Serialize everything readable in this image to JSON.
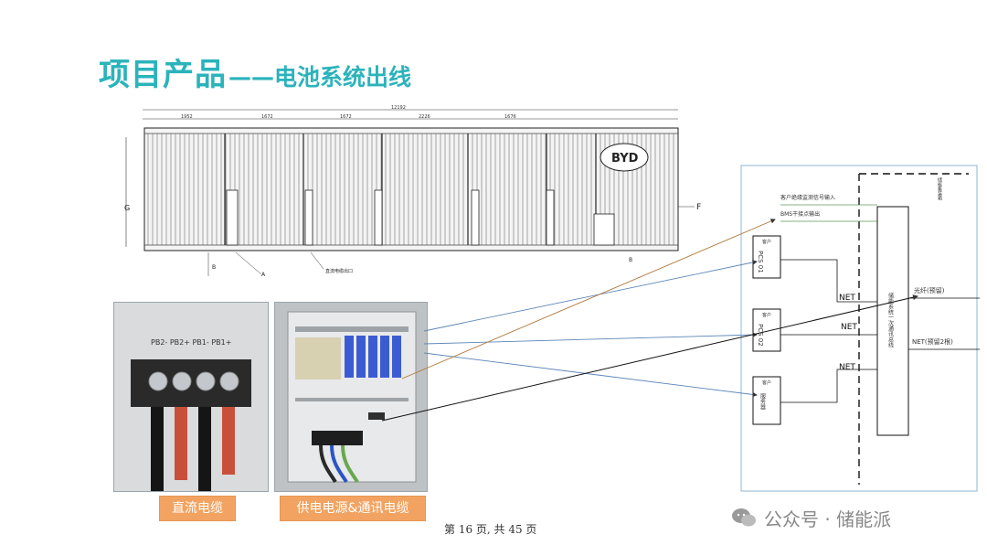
{
  "title": {
    "main": "项目产品",
    "sub": "——电池系统出线"
  },
  "drawing": {
    "total_dim": "12192",
    "segments": [
      "1952",
      "1672",
      "1672",
      "2226",
      "1676"
    ],
    "left_labels": [
      "G"
    ],
    "right_label": "F",
    "bottom_labels": [
      "A",
      "B",
      "B"
    ],
    "callout": "直流电缆出口",
    "logo": "BYD"
  },
  "photos": {
    "dc_terminals": "PB2- PB2+  PB1- PB1+",
    "dc_label": "直流电缆",
    "panel_label": "供电电源&通讯电缆"
  },
  "schematic": {
    "customer_signal": "客户绝缘监测信号输入",
    "bms_signal": "BMS干接点输出",
    "pcs01_prefix": "客户",
    "pcs01": "PCS 01",
    "pcs02_prefix": "客户",
    "pcs02": "PCS 02",
    "net1": "NET",
    "net2": "NET",
    "net3": "NET",
    "device_prefix": "客户",
    "device": "服务器",
    "bus_label": "储能集装箱",
    "controller": "储能系统一次通讯总线",
    "right_net_top": "光纤(预留)",
    "right_net_bottom": "NET(预留2根)"
  },
  "footer": "第 16 页, 共 45 页",
  "watermark": "公众号 · 储能派",
  "colors": {
    "accent": "#2bb3bb",
    "label_bg": "#f2a361"
  }
}
